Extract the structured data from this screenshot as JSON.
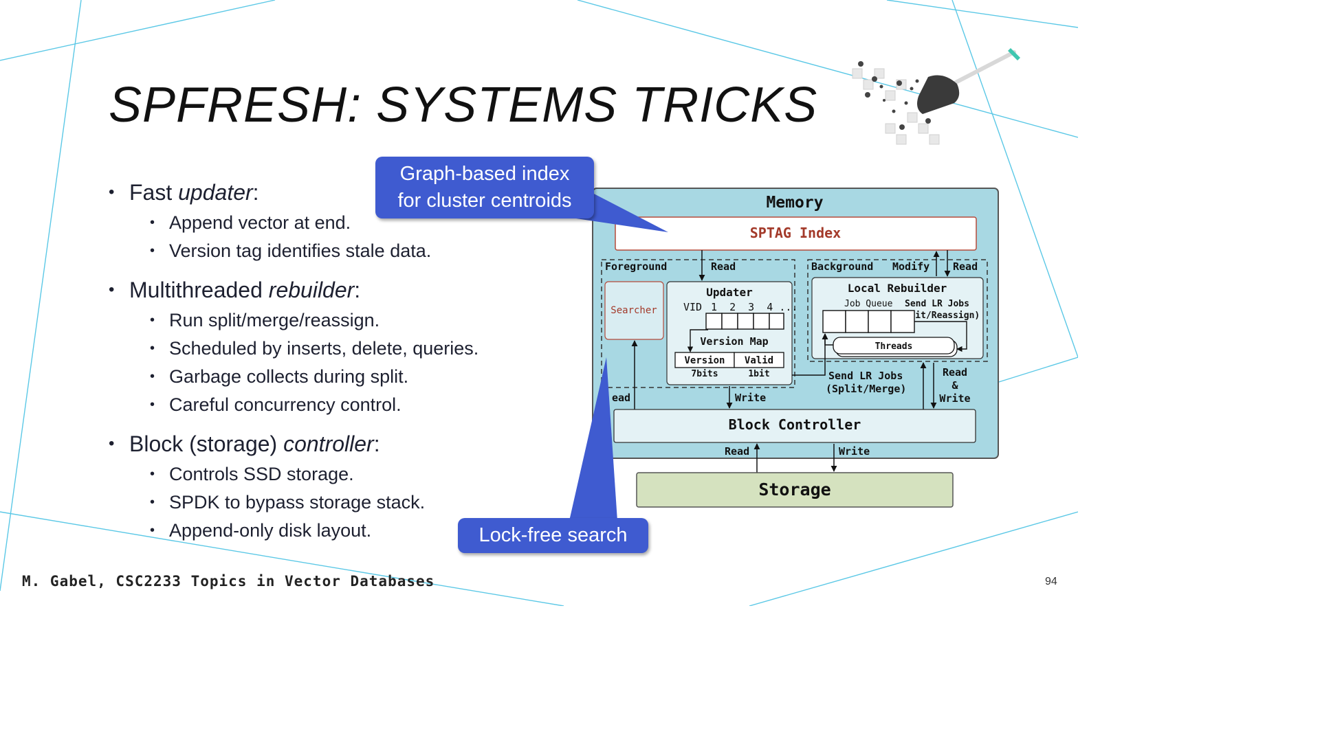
{
  "slide": {
    "title": "SPFRESH: SYSTEMS TRICKS",
    "footer": "M. Gabel, CSC2233 Topics in Vector Databases",
    "page_number": "94"
  },
  "bullets": [
    {
      "prefix": "Fast ",
      "emph": "updater",
      "suffix": ":",
      "items": [
        "Append vector at end.",
        "Version tag identifies stale data."
      ]
    },
    {
      "prefix": "Multithreaded ",
      "emph": "rebuilder",
      "suffix": ":",
      "items": [
        "Run split/merge/reassign.",
        "Scheduled by inserts, delete, queries.",
        "Garbage collects during split.",
        "Careful concurrency control."
      ]
    },
    {
      "prefix": "Block (storage) ",
      "emph": "controller",
      "suffix": ":",
      "items": [
        "Controls SSD storage.",
        "SPDK to bypass storage stack.",
        "Append-only disk layout."
      ]
    }
  ],
  "callouts": {
    "top_line1": "Graph-based index",
    "top_line2": "for cluster centroids",
    "bottom": "Lock-free search"
  },
  "diagram": {
    "memory": "Memory",
    "sptag": "SPTAG Index",
    "foreground": "Foreground",
    "read": "Read",
    "background": "Background",
    "modify": "Modify",
    "searcher": "Searcher",
    "updater": "Updater",
    "vid": "VID",
    "vid_nums": "1  2  3  4 ...",
    "version_map": "Version Map",
    "version": "Version",
    "valid": "Valid",
    "bits7": "7bits",
    "bit1": "1bit",
    "local_rebuilder": "Local Rebuilder",
    "job_queue": "Job Queue",
    "send_lr_jobs": "Send LR Jobs",
    "split_reassign": "(Split/Reassign)",
    "threads": "Threads",
    "send_lr_jobs2": "Send LR Jobs",
    "split_merge": "(Split/Merge)",
    "read_amp": "Read",
    "amp": "&",
    "write": "Write",
    "ead": "ead",
    "block_controller": "Block Controller",
    "storage": "Storage"
  },
  "colors": {
    "memory_bg": "#a8d8e3",
    "callout": "#3f5bd0",
    "storage_bg": "#d5e2bf",
    "sptag_text": "#a33a2a",
    "deco_lines": "#5bc8e6"
  }
}
